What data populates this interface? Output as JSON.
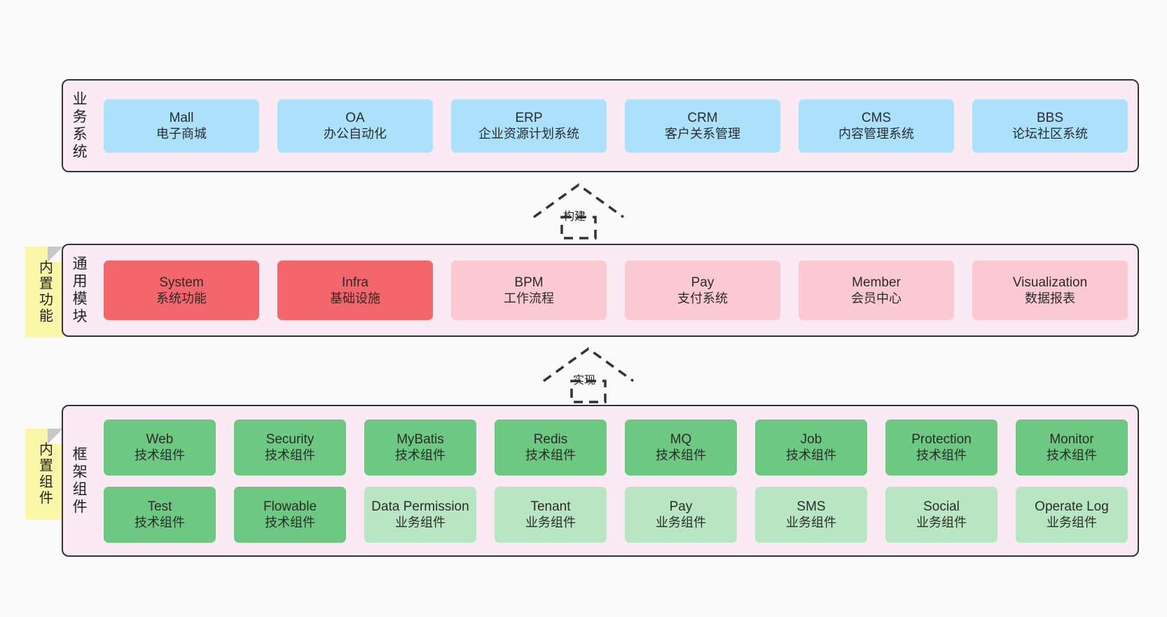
{
  "diagram": {
    "background_color": "#fafafa",
    "panel_color": "#f9eaf4",
    "note_color": "#fbf7a8"
  },
  "layers": [
    {
      "id": "business",
      "title": "业务系统",
      "note": null,
      "card_color": "#ace1fb",
      "rows": [
        {
          "cards": [
            {
              "en": "Mall",
              "cn": "电子商城"
            },
            {
              "en": "OA",
              "cn": "办公自动化"
            },
            {
              "en": "ERP",
              "cn": "企业资源计划系统"
            },
            {
              "en": "CRM",
              "cn": "客户关系管理"
            },
            {
              "en": "CMS",
              "cn": "内容管理系统"
            },
            {
              "en": "BBS",
              "cn": "论坛社区系统"
            }
          ]
        }
      ]
    },
    {
      "id": "modules",
      "title": "通用模块",
      "note": "内置功能",
      "card_color_strong": "#f2666c",
      "card_color_soft": "#fbc9d2",
      "rows": [
        {
          "cards": [
            {
              "en": "System",
              "cn": "系统功能",
              "style": "strong"
            },
            {
              "en": "Infra",
              "cn": "基础设施",
              "style": "strong"
            },
            {
              "en": "BPM",
              "cn": "工作流程",
              "style": "soft"
            },
            {
              "en": "Pay",
              "cn": "支付系统",
              "style": "soft"
            },
            {
              "en": "Member",
              "cn": "会员中心",
              "style": "soft"
            },
            {
              "en": "Visualization",
              "cn": "数据报表",
              "style": "soft"
            }
          ]
        }
      ]
    },
    {
      "id": "framework",
      "title": "框架组件",
      "note": "内置组件",
      "card_color_tech": "#6dc882",
      "card_color_biz": "#b9e6c2",
      "rows": [
        {
          "cards": [
            {
              "en": "Web",
              "cn": "技术组件",
              "style": "tech"
            },
            {
              "en": "Security",
              "cn": "技术组件",
              "style": "tech"
            },
            {
              "en": "MyBatis",
              "cn": "技术组件",
              "style": "tech"
            },
            {
              "en": "Redis",
              "cn": "技术组件",
              "style": "tech"
            },
            {
              "en": "MQ",
              "cn": "技术组件",
              "style": "tech"
            },
            {
              "en": "Job",
              "cn": "技术组件",
              "style": "tech"
            },
            {
              "en": "Protection",
              "cn": "技术组件",
              "style": "tech"
            },
            {
              "en": "Monitor",
              "cn": "技术组件",
              "style": "tech"
            }
          ]
        },
        {
          "cards": [
            {
              "en": "Test",
              "cn": "技术组件",
              "style": "tech"
            },
            {
              "en": "Flowable",
              "cn": "技术组件",
              "style": "tech"
            },
            {
              "en": "Data Permission",
              "cn": "业务组件",
              "style": "biz"
            },
            {
              "en": "Tenant",
              "cn": "业务组件",
              "style": "biz"
            },
            {
              "en": "Pay",
              "cn": "业务组件",
              "style": "biz"
            },
            {
              "en": "SMS",
              "cn": "业务组件",
              "style": "biz"
            },
            {
              "en": "Social",
              "cn": "业务组件",
              "style": "biz"
            },
            {
              "en": "Operate Log",
              "cn": "业务组件",
              "style": "biz"
            }
          ]
        }
      ]
    }
  ],
  "connectors": [
    {
      "id": "build",
      "label": "构建",
      "style": "dashed-generalization"
    },
    {
      "id": "implement",
      "label": "实现",
      "style": "dashed-generalization"
    }
  ]
}
